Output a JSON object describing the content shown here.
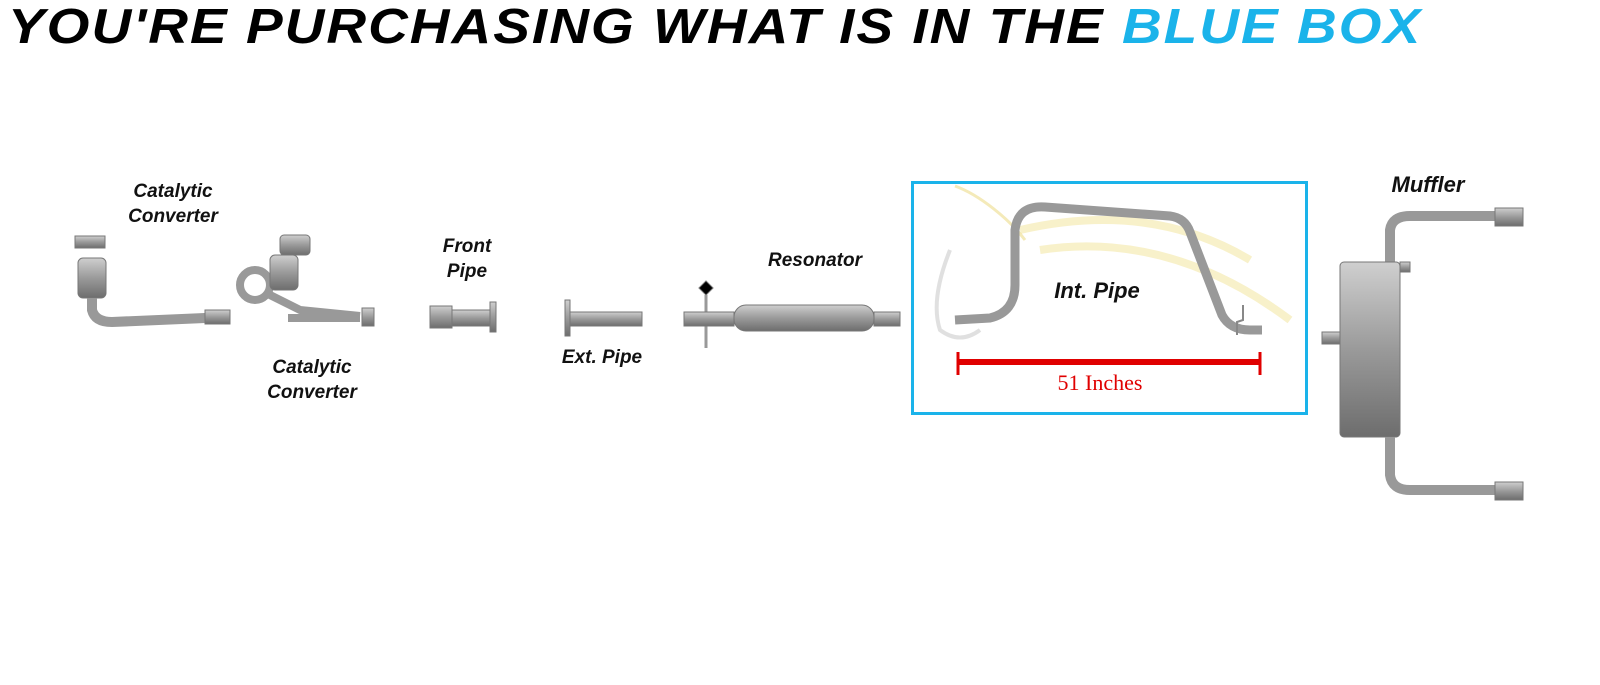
{
  "title": {
    "prefix": "YOU'RE PURCHASING WHAT IS IN THE",
    "highlight": "BLUE BOX"
  },
  "colors": {
    "highlight": "#1ab3ea",
    "measure": "#e00000",
    "pipe": "#9a9a9a"
  },
  "parts": {
    "cat1": {
      "line1": "Catalytic",
      "line2": "Converter"
    },
    "cat2": {
      "line1": "Catalytic",
      "line2": "Converter"
    },
    "front_pipe": {
      "line1": "Front",
      "line2": "Pipe"
    },
    "ext_pipe": "Ext. Pipe",
    "resonator": "Resonator",
    "int_pipe": "Int. Pipe",
    "muffler": "Muffler"
  },
  "measurement": "51 Inches"
}
